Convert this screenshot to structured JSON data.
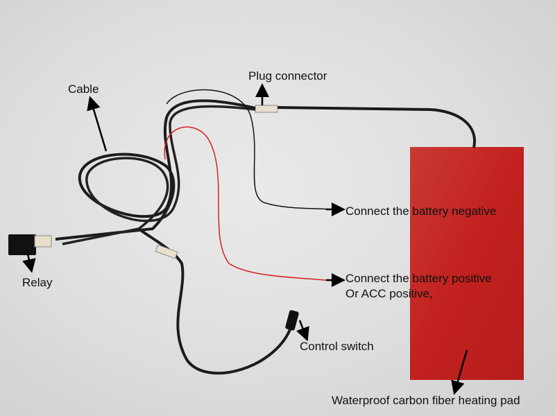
{
  "labels": {
    "plug_connector": "Plug connector",
    "cable": "Cable",
    "battery_negative": "Connect the battery negative",
    "battery_positive": "Connect the battery positive",
    "acc_positive": "Or ACC positive,",
    "control_switch": "Control switch",
    "relay": "Relay",
    "heating_pad": "Waterproof carbon fiber heating pad"
  },
  "colors": {
    "pad": "#c62a28",
    "cable": "#1a1a1a",
    "red_wire": "#d42020"
  }
}
